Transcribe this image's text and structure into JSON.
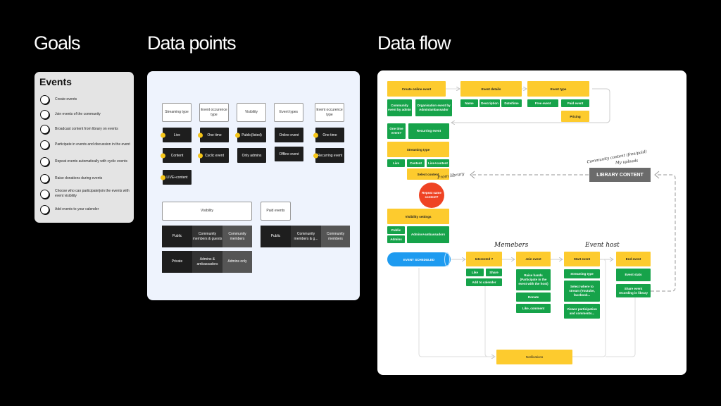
{
  "headings": {
    "goals": "Goals",
    "data_points": "Data points",
    "data_flow": "Data flow"
  },
  "goals": {
    "title": "Events",
    "items": [
      "Create events",
      "Join events of the community",
      "Broadcast content from library on events",
      "Participate in events and discussion in the event",
      "Repeat events automatically with cyclic events",
      "Raise donations during events",
      "Choose who can participate/join the events with event visibility",
      "Add events to your calender"
    ]
  },
  "data_points": {
    "columns": [
      {
        "header": "Streaming type",
        "chips": [
          {
            "label": "Live",
            "dot": true
          },
          {
            "label": "Content",
            "dot": true
          },
          {
            "label": "LIVE+content",
            "dot": true
          }
        ]
      },
      {
        "header": "Event occurence type",
        "chips": [
          {
            "label": "One time",
            "dot": true
          },
          {
            "label": "Cyclic event",
            "dot": true
          }
        ]
      },
      {
        "header": "Visibility",
        "chips": [
          {
            "label": "Public(listed)",
            "dot": true
          },
          {
            "label": "Only admins",
            "dot": false
          }
        ]
      },
      {
        "header": "Event types",
        "chips": [
          {
            "label": "Online event",
            "dot": false
          },
          {
            "label": "Offline event",
            "dot": false
          }
        ]
      },
      {
        "header": "Event occurence type",
        "chips": [
          {
            "label": "One time",
            "dot": true
          },
          {
            "label": "Recurring event",
            "dot": true
          }
        ]
      }
    ],
    "visibility_table": {
      "header": "Visibility",
      "rows": [
        [
          "Public",
          "Community members & guests",
          "Community members"
        ],
        [
          "Private",
          "Admins & ambassadors",
          "Admins only"
        ]
      ]
    },
    "paid_table": {
      "header": "Paid events",
      "rows": [
        [
          "Public",
          "Community members & g...",
          "Community members"
        ]
      ]
    }
  },
  "data_flow": {
    "create_online_event": "Create online event",
    "community_event_by_admin": "Community event by admin",
    "organisation_event": "Organisation event by Admin/ambassador",
    "event_details": "Event details",
    "name": "Name",
    "description": "Description",
    "date_time": "Date/time",
    "event_type": "Event type",
    "free_event": "Free event",
    "paid_event": "Paid event",
    "pricing": "Pricing",
    "one_time_event": "One time event?",
    "recurring_event": "Recurring event",
    "streaming_type": "Streaming type",
    "live": "Live",
    "content": "Content",
    "live_content": "Live+content",
    "select_content": "Select content",
    "from_library": "From library",
    "repeat_same_content": "Repeat same content?",
    "visibility_settings": "Visibility settings",
    "public": "Public",
    "admins": "Admins",
    "admins_ambassadors": "Admins+ambassadors",
    "library_content": "LIBRARY CONTENT",
    "library_note_1": "Community content (free/paid)",
    "library_note_2": "My uploads",
    "event_scheduled": "EVENT SCHEDULED",
    "members_label": "Memebers",
    "event_host_label": "Event host",
    "interested": "Interested ?",
    "like": "Like",
    "share": "Share",
    "add_to_calendar": "Add to calender",
    "join_event": "Join event",
    "raise_hands": "Raise hands (Participate in the event with the host)",
    "donate": "Donate",
    "like_comment": "Like, comment",
    "start_event": "Start event",
    "host_streaming_type": "Streaming type",
    "select_where_to_stream": "Select where to stream (Youtube, facebook...",
    "viewer_participation": "Viewer participation and comments...",
    "end_event": "End event",
    "event_stats": "Event stats",
    "share_recording": "Share event recording in library",
    "notifications": "Notifications"
  },
  "colors": {
    "yellow": "#fdcb2e",
    "green": "#16a34a",
    "blue": "#1e9bf0",
    "red": "#ef4323",
    "dark_chip": "#1e1e1e",
    "library_gray": "#6b6b6b"
  }
}
